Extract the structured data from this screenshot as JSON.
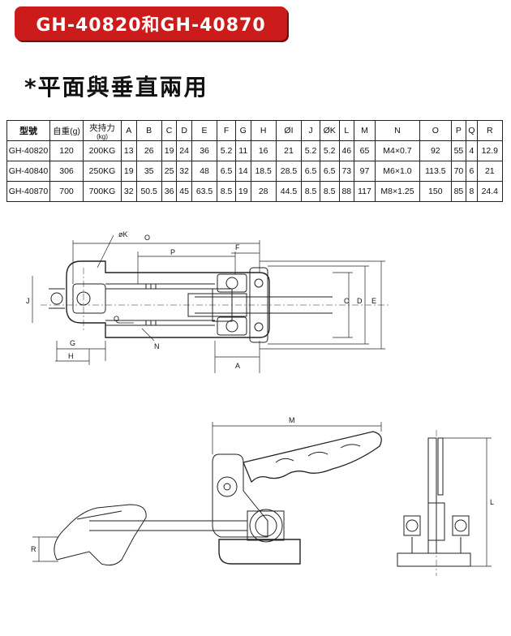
{
  "banner": {
    "title": "GH-40820和GH-40870"
  },
  "subtitle": "*平面與垂直兩用",
  "table": {
    "headers": [
      "型號",
      "自重(g)",
      "夾持力",
      "(kg)",
      "A",
      "B",
      "C",
      "D",
      "E",
      "F",
      "G",
      "H",
      "ØI",
      "J",
      "ØK",
      "L",
      "M",
      "N",
      "O",
      "P",
      "Q",
      "R"
    ],
    "rows": [
      [
        "GH-40820",
        "120",
        "200KG",
        "13",
        "26",
        "19",
        "24",
        "36",
        "5.2",
        "11",
        "16",
        "21",
        "5.2",
        "5.2",
        "46",
        "65",
        "M4×0.7",
        "92",
        "55",
        "4",
        "12.9"
      ],
      [
        "GH-40840",
        "306",
        "250KG",
        "19",
        "35",
        "25",
        "32",
        "48",
        "6.5",
        "14",
        "18.5",
        "28.5",
        "6.5",
        "6.5",
        "73",
        "97",
        "M6×1.0",
        "113.5",
        "70",
        "6",
        "21"
      ],
      [
        "GH-40870",
        "700",
        "700KG",
        "32",
        "50.5",
        "36",
        "45",
        "63.5",
        "8.5",
        "19",
        "28",
        "44.5",
        "8.5",
        "8.5",
        "88",
        "117",
        "M8×1.25",
        "150",
        "85",
        "8",
        "24.4"
      ]
    ]
  },
  "dims": {
    "phiK": "øK",
    "O": "O",
    "P": "P",
    "F": "F",
    "J": "J",
    "Q": "Q",
    "N": "N",
    "G": "G",
    "H": "H",
    "A": "A",
    "C": "C",
    "D": "D",
    "E": "E",
    "M": "M",
    "L": "L",
    "R": "R"
  }
}
